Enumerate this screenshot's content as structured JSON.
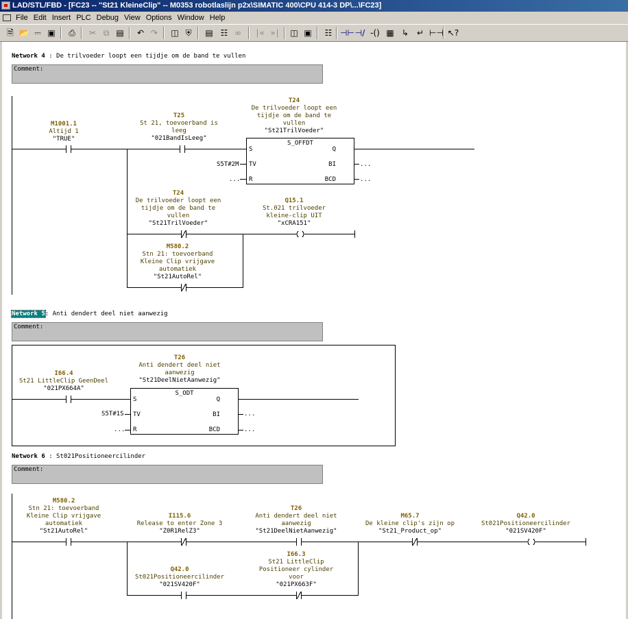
{
  "window": {
    "title": "LAD/STL/FBD  - [FC23 -- \"St21 KleineClip\" -- M0353 robotlaslijn p2x\\SIMATIC 400\\CPU 414-3 DP\\...\\FC23]"
  },
  "menu": [
    "File",
    "Edit",
    "Insert",
    "PLC",
    "Debug",
    "View",
    "Options",
    "Window",
    "Help"
  ],
  "toolbar_icons": [
    "new-icon",
    "open-icon",
    "accessible-nodes-icon",
    "save-icon",
    "print-icon",
    "cut-icon",
    "copy-icon",
    "paste-icon",
    "undo-icon",
    "redo-icon",
    "load-icon",
    "download-icon",
    "overview-icon",
    "monitor-icon",
    "glasses-icon",
    "prev-network-icon",
    "next-network-icon",
    "details-icon",
    "overview-window-icon",
    "new-network-icon",
    "no-contact-icon",
    "nc-contact-icon",
    "coil-icon",
    "empty-box-icon",
    "open-branch-icon",
    "close-branch-icon",
    "connection-icon",
    "help-icon"
  ],
  "networks": {
    "n4": {
      "title": "Network 4",
      "desc": "De trilvoeder loopt een tijdje om de band te vullen",
      "comment": "Comment:",
      "m1001": {
        "addr": "M1001.1",
        "comment": "Altijd 1",
        "sym": "\"TRUE\""
      },
      "t25": {
        "addr": "T25",
        "comment": "St 21, toevoerband is\nleeg",
        "sym": "\"021BandIsLeeg\""
      },
      "t24": {
        "addr": "T24",
        "comment": "De trilvoeder loopt een\ntijdje om de band te\nvullen",
        "sym": "\"St21TrilVoeder\""
      },
      "block": {
        "name": "S_OFFDT",
        "S": "S",
        "TV": "TV",
        "R": "R",
        "Q": "Q",
        "BI": "BI",
        "BCD": "BCD",
        "tv_val": "S5T#2M",
        "r_val": "...",
        "bi_val": "...",
        "bcd_val": "..."
      },
      "t24b": {
        "addr": "T24",
        "comment": "De trilvoeder loopt een\ntijdje om de band te\nvullen",
        "sym": "\"St21TrilVoeder\""
      },
      "q151": {
        "addr": "Q15.1",
        "comment": "St.021 trilvoeder\nkleine-clip UIT",
        "sym": "\"xCRA151\""
      },
      "m580": {
        "addr": "M580.2",
        "comment": "Stn 21: toevoerband\nKleine Clip vrijgave\nautomatiek",
        "sym": "\"St21AutoRel\""
      }
    },
    "n5": {
      "title": "Network 5",
      "desc": "Anti dendert deel niet aanwezig",
      "comment": "Comment:",
      "i664": {
        "addr": "I66.4",
        "comment": "St21 LittleClip GeenDeel",
        "sym": "\"021PX664A\""
      },
      "t26": {
        "addr": "T26",
        "comment": "Anti dendert deel niet\naanwezig",
        "sym": "\"St21DeelNietAanwezig\""
      },
      "block": {
        "name": "S_ODT",
        "S": "S",
        "TV": "TV",
        "R": "R",
        "Q": "Q",
        "BI": "BI",
        "BCD": "BCD",
        "tv_val": "S5T#1S",
        "r_val": "...",
        "bi_val": "...",
        "bcd_val": "..."
      }
    },
    "n6": {
      "title": "Network 6",
      "desc": "St021Positioneercilinder",
      "comment": "Comment:",
      "m580": {
        "addr": "M580.2",
        "comment": "Stn 21: toevoerband\nKleine Clip vrijgave\nautomatiek",
        "sym": "\"St21AutoRel\""
      },
      "i1156": {
        "addr": "I115.6",
        "comment": "Release to enter Zone 3",
        "sym": "\"Z0R1RelZ3\""
      },
      "t26": {
        "addr": "T26",
        "comment": "Anti dendert deel niet\naanwezig",
        "sym": "\"St21DeelNietAanwezig\""
      },
      "m657": {
        "addr": "M65.7",
        "comment": "De kleine clip's zijn op",
        "sym": "\"St21_Product_op\""
      },
      "q420": {
        "addr": "Q42.0",
        "comment": "St021Positioneercilinder",
        "sym": "\"021SV420F\""
      },
      "q420b": {
        "addr": "Q42.0",
        "comment": "St021Positioneercilinder",
        "sym": "\"021SV420F\""
      },
      "i663": {
        "addr": "I66.3",
        "comment": "St21 LittleClip\nPositioneer cylinder\nvoor",
        "sym": "\"021PX663F\""
      }
    }
  }
}
